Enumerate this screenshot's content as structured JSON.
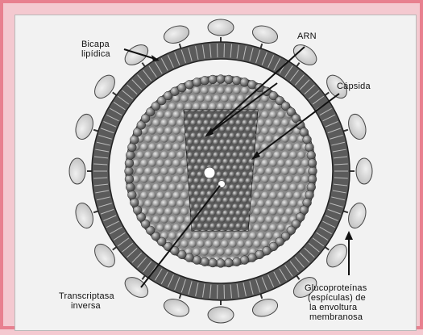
{
  "diagram": {
    "labels": {
      "bilayer_line1": "Bicapa",
      "bilayer_line2": "lipídica",
      "rna": "ARN",
      "capsid": "Cápsida",
      "rt_line1": "Transcriptasa",
      "rt_line2": "inversa",
      "glyco_line1": "Glucoproteínas",
      "glyco_line2": "(espículas) de",
      "glyco_line3": "la envoltura",
      "glyco_line4": "membranosa"
    },
    "colors": {
      "background": "#f4c9d0",
      "panel": "#f2f2f2",
      "membrane": "#4a4a4a",
      "capsid": "#6f6f6f",
      "spike": "#d6d6d6"
    }
  }
}
